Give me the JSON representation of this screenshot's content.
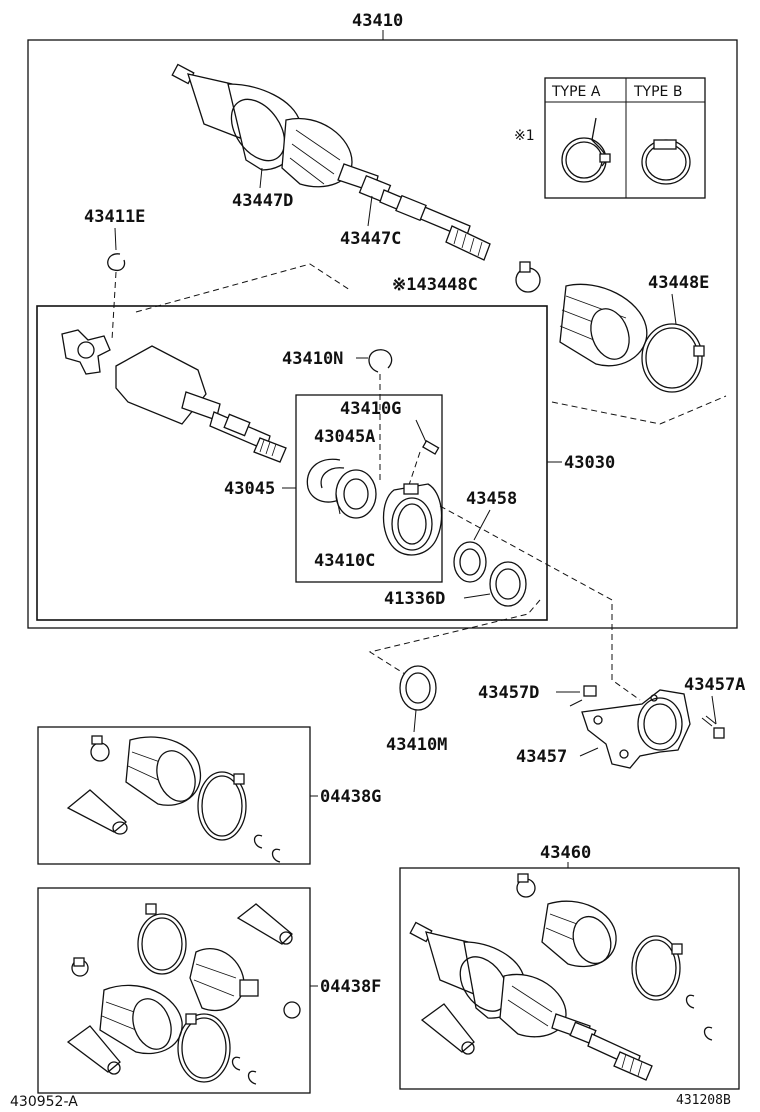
{
  "labels": {
    "assembly_main": "43410",
    "type_a": "TYPE A",
    "type_b": "TYPE B",
    "note_mark": "※1",
    "p43447D": "43447D",
    "p43447C": "43447C",
    "p43411E": "43411E",
    "p43448C": "※143448C",
    "p43448E": "43448E",
    "p43410N": "43410N",
    "p43410G": "43410G",
    "p43045A": "43045A",
    "p43045": "43045",
    "p43030": "43030",
    "p43458": "43458",
    "p43410C": "43410C",
    "p41336D": "41336D",
    "p43457D": "43457D",
    "p43457A": "43457A",
    "p43410M": "43410M",
    "p43457": "43457",
    "p04438G": "04438G",
    "p04438F": "04438F",
    "p43460": "43460",
    "footer_left": "430952-A",
    "footer_right": "431208B"
  }
}
